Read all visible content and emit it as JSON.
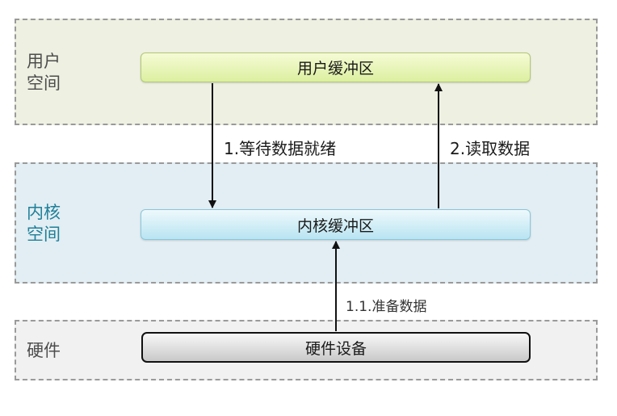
{
  "zones": {
    "user": {
      "label": "用户\n空间"
    },
    "kernel": {
      "label": "内核\n空间"
    },
    "hardware": {
      "label": "硬件"
    }
  },
  "buffers": {
    "user": "用户缓冲区",
    "kernel": "内核缓冲区",
    "hardware": "硬件设备"
  },
  "arrows": {
    "wait": "1.等待数据就绪",
    "read": "2.读取数据",
    "prepare": "1.1.准备数据"
  },
  "colors": {
    "kernel_label": "#1f7f99",
    "user_zone": "#eef0e2",
    "kernel_zone": "#e2eef3",
    "hardware_zone": "#f1f1f1"
  }
}
